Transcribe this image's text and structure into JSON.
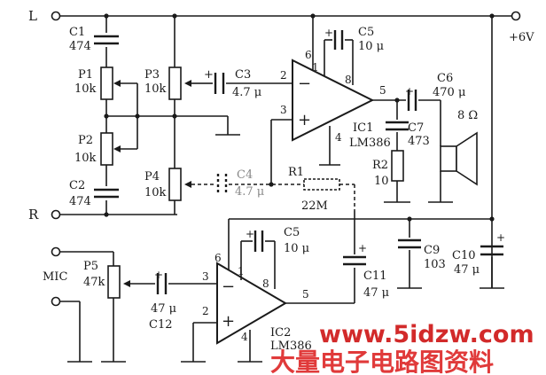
{
  "inputs": {
    "left": "L",
    "right": "R",
    "mic": "MIC"
  },
  "supply": {
    "label": "+6V"
  },
  "components": {
    "C1": {
      "name": "C1",
      "value": "474"
    },
    "C2": {
      "name": "C2",
      "value": "474"
    },
    "P1": {
      "name": "P1",
      "value": "10k"
    },
    "P2": {
      "name": "P2",
      "value": "10k"
    },
    "P3": {
      "name": "P3",
      "value": "10k"
    },
    "P4": {
      "name": "P4",
      "value": "10k"
    },
    "P5": {
      "name": "P5",
      "value": "47k"
    },
    "C3": {
      "name": "C3",
      "value": "4.7 μ"
    },
    "C4": {
      "name": "C4",
      "value": "4.7 μ"
    },
    "R1": {
      "name": "R1",
      "value": "22M"
    },
    "C5_top": {
      "name": "C5",
      "value": "10 μ"
    },
    "C5_bottom": {
      "name": "C5",
      "value": "10 μ"
    },
    "C6": {
      "name": "C6",
      "value": "470 μ"
    },
    "C7": {
      "name": "C7",
      "value": "473"
    },
    "R2": {
      "name": "R2",
      "value": "10"
    },
    "speaker": {
      "value": "8 Ω"
    },
    "C9": {
      "name": "C9",
      "value": "103"
    },
    "C10": {
      "name": "C10",
      "value": "47 μ"
    },
    "C11": {
      "name": "C11",
      "value": "47 μ"
    },
    "C12": {
      "name": "C12",
      "value": "47 μ"
    }
  },
  "ics": {
    "ic1": {
      "name": "IC1",
      "part": "LM386"
    },
    "ic2": {
      "name": "IC2",
      "part": "LM386"
    }
  },
  "pins": {
    "ic1": {
      "p6": "6",
      "p1": "1",
      "p8": "8",
      "p2": "2",
      "p3": "3",
      "p4": "4",
      "p5": "5"
    },
    "ic2": {
      "p6": "6",
      "p1": "1",
      "p8": "8",
      "p3": "3",
      "p2": "2",
      "p4": "4",
      "p5": "5"
    }
  },
  "symbols": {
    "minus": "−",
    "plus": "+"
  },
  "watermark": {
    "url": "www.5idzw.com",
    "text": "大量电子电路图资料"
  }
}
